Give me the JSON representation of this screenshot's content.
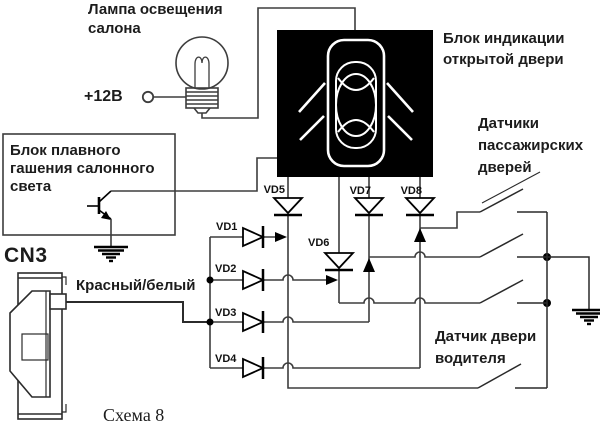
{
  "caption": "Схема 8",
  "labels": {
    "lamp": [
      "Лампа освещения",
      "салона"
    ],
    "supply": "+12В",
    "indicator": [
      "Блок индикации",
      "открытой двери"
    ],
    "passenger": [
      "Датчики",
      "пассажирских",
      "дверей"
    ],
    "driver": [
      "Датчик двери",
      "водителя"
    ],
    "dimmer": [
      "Блок плавного",
      "гашения салонного",
      "света"
    ],
    "connector": "CN3",
    "wire": "Красный/белый"
  },
  "diodes": {
    "vd1": "VD1",
    "vd2": "VD2",
    "vd3": "VD3",
    "vd4": "VD4",
    "vd5": "VD5",
    "vd6": "VD6",
    "vd7": "VD7",
    "vd8": "VD8"
  },
  "colors": {
    "background": "#ffffff",
    "wire": "#3d3d3d",
    "component": "#000000",
    "indicator_box_fill": "#000000",
    "car_outline": "#ffffff",
    "text": "#1c1c1c"
  }
}
